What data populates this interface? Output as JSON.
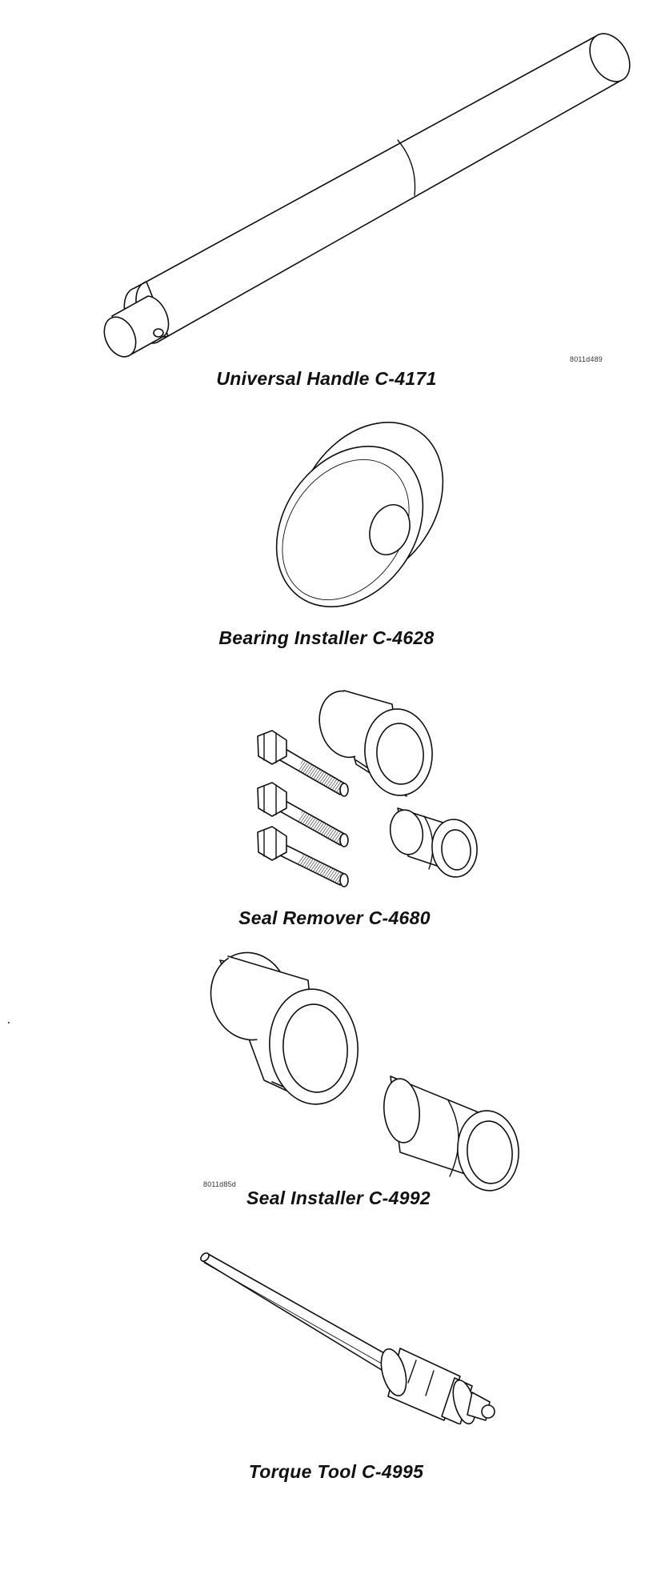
{
  "tools": [
    {
      "name": "Universal Handle C-4171"
    },
    {
      "name": "Bearing Installer C-4628"
    },
    {
      "name": "Seal Remover C-4680"
    },
    {
      "name": "Seal Installer C-4992"
    },
    {
      "name": "Torque Tool C-4995"
    }
  ],
  "refs": {
    "top": "8011d489",
    "bottom": "8011d85d"
  }
}
